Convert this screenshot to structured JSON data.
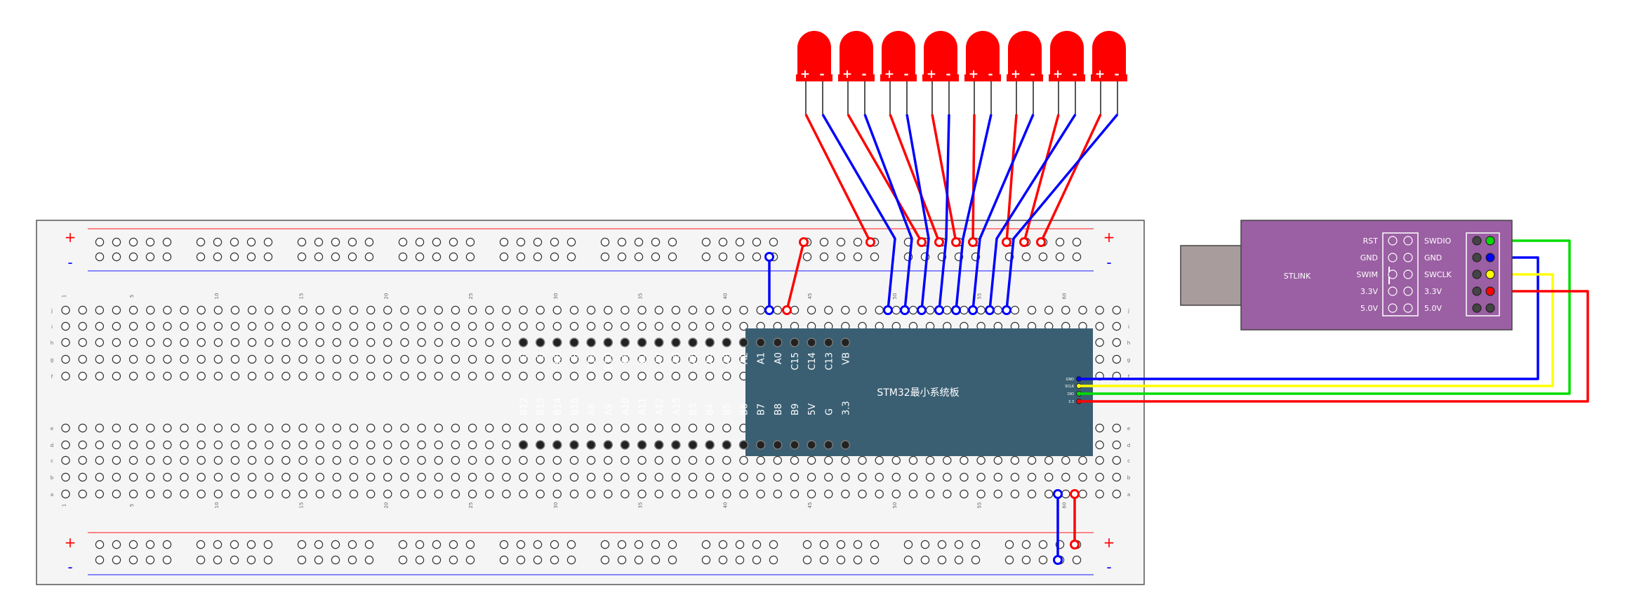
{
  "breadboard": {
    "rail_plus": "+",
    "rail_minus": "-",
    "row_letters_top": [
      "j",
      "i",
      "h",
      "g",
      "f"
    ],
    "row_letters_bottom": [
      "e",
      "d",
      "c",
      "b",
      "a"
    ],
    "column_numbers": [
      "1",
      "5",
      "10",
      "15",
      "20",
      "25",
      "30",
      "35",
      "40",
      "45",
      "50",
      "55",
      "60"
    ]
  },
  "leds": {
    "count": 8,
    "plus": "+",
    "minus": "-",
    "color": "#ff0000"
  },
  "mcu": {
    "title": "STM32最小系统板",
    "color": "#3a5f73",
    "top_pins": [
      "G",
      "G",
      "3.3",
      "R",
      "B11",
      "B10",
      "B1",
      "B0",
      "A7",
      "A6",
      "A5",
      "A4",
      "A3",
      "A2",
      "A1",
      "A0",
      "C15",
      "C14",
      "C13",
      "VB"
    ],
    "bottom_pins": [
      "B12",
      "B13",
      "B14",
      "B15",
      "A8",
      "A9",
      "A10",
      "A11",
      "A12",
      "A15",
      "B3",
      "B4",
      "B5",
      "B6",
      "B7",
      "B8",
      "B9",
      "5V",
      "G",
      "3.3"
    ],
    "debug_pins": [
      "GND",
      "SCLK",
      "DIO",
      "3.3"
    ]
  },
  "stlink": {
    "label": "STLINK",
    "color": "#9b5fa3",
    "left_labels": [
      "RST",
      "GND",
      "SWIM",
      "3.3V",
      "5.0V"
    ],
    "right_labels": [
      "SWDIO",
      "GND",
      "SWCLK",
      "3.3V",
      "5.0V"
    ]
  },
  "wire_colors": {
    "red": "#ff0000",
    "blue": "#0000ff",
    "green": "#00dd00",
    "yellow": "#ffff00"
  }
}
